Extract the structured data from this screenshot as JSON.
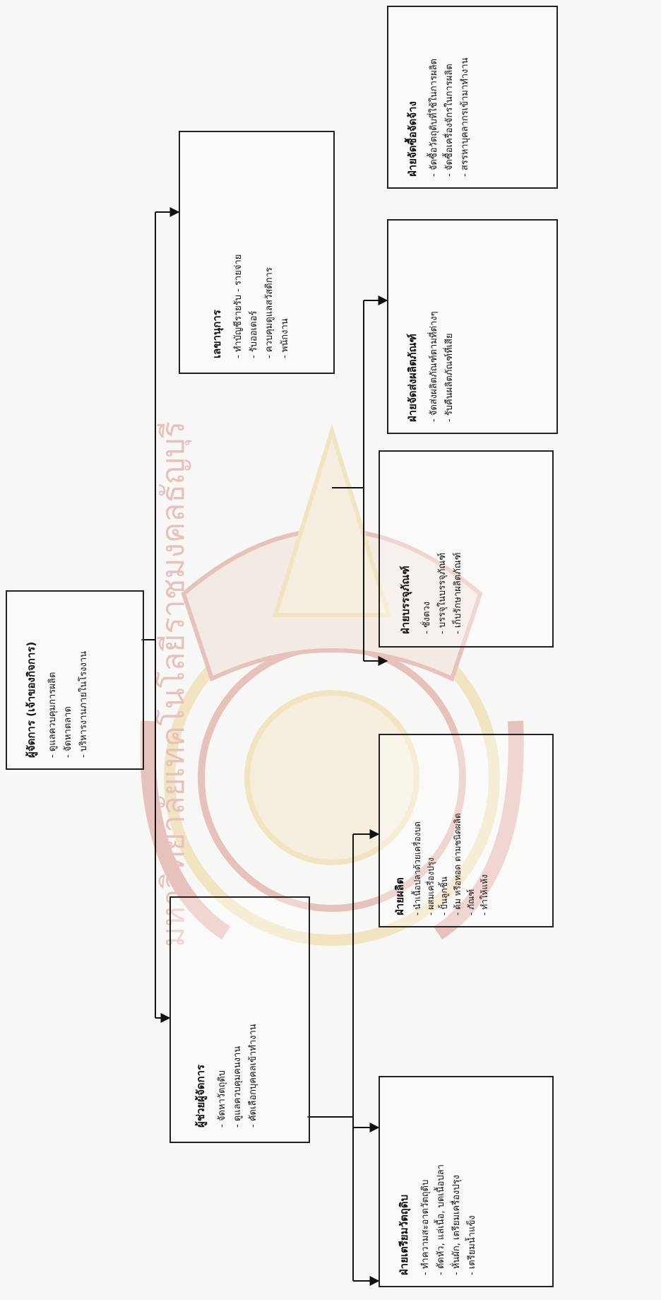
{
  "org_chart": {
    "manager": {
      "title": "ผู้จัดการ (เจ้าของกิจการ)",
      "duties": [
        "ดูแลควบคุมการผลิต",
        "จัดหาตลาด",
        "บริหารงานภายในโรงงาน"
      ]
    },
    "secretary": {
      "title": "เลขานุการ",
      "duties": [
        "ทำบัญชีรายรับ - รายจ่าย",
        "รับออเดอร์",
        "ควบคุมดูแลสวัสดิการ",
        "พนักงาน"
      ]
    },
    "assistant_manager": {
      "title": "ผู้ช่วยผู้จัดการ",
      "duties": [
        "จัดหาวัตถุดิบ",
        "ดูแลควบคุมคนงาน",
        "คัดเลือกบุคคลเข้าทำงาน"
      ]
    },
    "procurement": {
      "title": "ฝ่ายจัดซื้อจัดจ้าง",
      "duties": [
        "จัดซื้อวัตถุดิบที่ใช้ในการผลิต",
        "จัดซื้อเครื่องจักรในการผลิต",
        "สรรหาบุคลากรเข้ามาทำงาน"
      ]
    },
    "delivery": {
      "title": "ฝ่ายจัดส่งผลิตภัณฑ์",
      "duties": [
        "จัดส่งผลิตภัณฑ์ตามที่ต่างๆ",
        "รับคืนผลิตภัณฑ์ที่เสีย"
      ]
    },
    "packaging": {
      "title": "ฝ่ายบรรจุภัณฑ์",
      "duties": [
        "ชั่งตวง",
        "บรรจุในบรรจุภัณฑ์",
        "เก็บรักษาผลิตภัณฑ์"
      ]
    },
    "production": {
      "title": "ฝ่ายผลิต",
      "duties": [
        "นำเนื้อปลาด้วยเครื่องบด",
        "ผสมเครื่องปรุง",
        "ปั้นลูกชิ้น",
        "ต้ม หรือทอด ตามชนิดผลิต",
        "ภัณฑ์",
        "ทำให้แห้ง"
      ]
    },
    "raw_material": {
      "title": "ฝ่ายเตรียมวัตถุดิบ",
      "duties": [
        "ทำความสะอาดวัตถุดิบ",
        "ตัดหัว, แล่เนื้อ, บดเนื้อปลา",
        "หั่นผัก, เตรียมเครื่องปรุง",
        "เตรียมน้ำแข็ง"
      ]
    }
  },
  "watermark": {
    "text": "มหาวิทยาลัยเทคโนโลยีราชมงคลธัญบุรี",
    "primary_color": "#c0392b",
    "accent_color": "#e3b43a"
  }
}
